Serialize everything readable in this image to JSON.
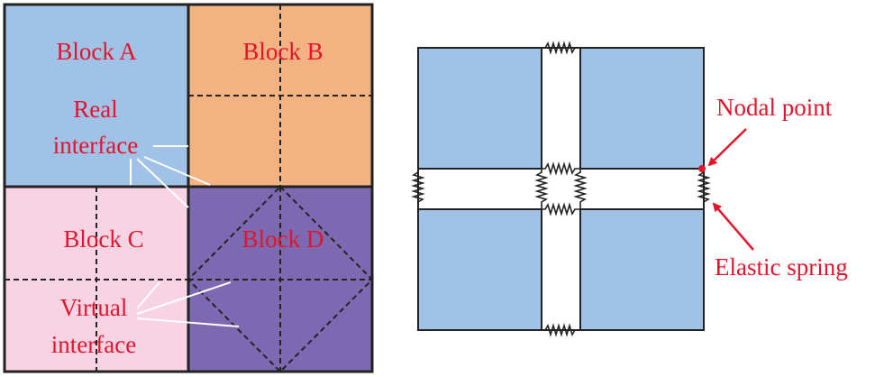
{
  "left_diagram": {
    "blocks": {
      "a": {
        "label": "Block A",
        "color": "#a0c2e6"
      },
      "b": {
        "label": "Block B",
        "color": "#f3b282"
      },
      "c": {
        "label": "Block C",
        "color": "#f8d3e3"
      },
      "d": {
        "label": "Block D",
        "color": "#7c69b2"
      }
    },
    "real_interface": {
      "line1": "Real",
      "line2": "interface"
    },
    "virtual_interface": {
      "line1": "Virtual",
      "line2": "interface"
    }
  },
  "right_diagram": {
    "block_color": "#a0c2e6",
    "nodal_point_label": "Nodal point",
    "elastic_spring_label": "Elastic spring"
  },
  "colors": {
    "label": "#e3142b",
    "outline": "#222222",
    "pointer": "#ffffff"
  }
}
